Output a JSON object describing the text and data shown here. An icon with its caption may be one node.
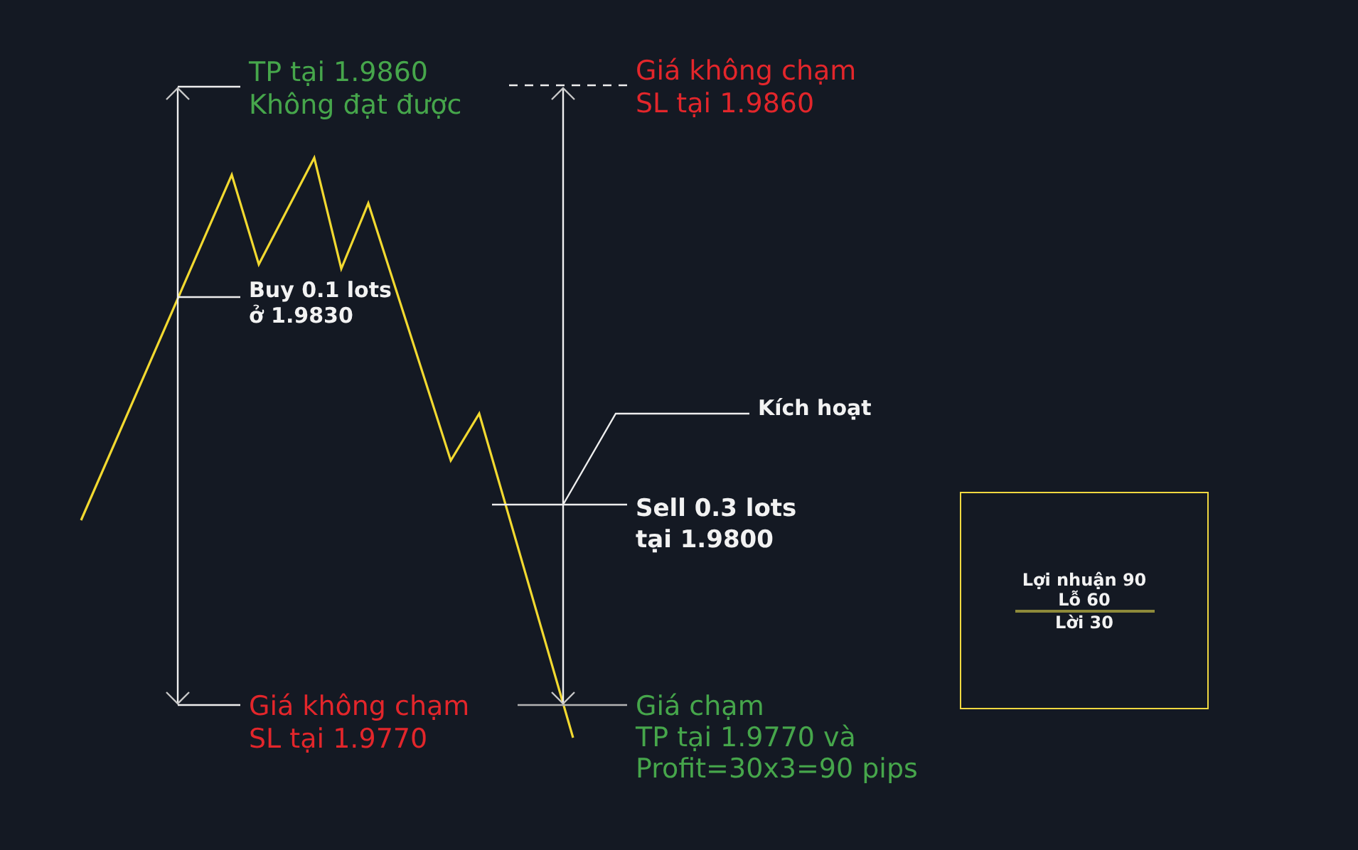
{
  "diagram": {
    "nodes": [
      {
        "text": [
          "TP tại 1.9860 Không đạt được"
        ]
      },
      {
        "text": [
          "Giá không chạm SL tại 1.9860"
        ]
      },
      {
        "text": [
          "Buy 0.1 lots ở 1.9830"
        ]
      },
      {
        "text": [
          "Kích hoạt"
        ]
      },
      {
        "text": [
          "Sell 0.3 lots tại 1.9800"
        ]
      },
      {
        "text": [
          "Giá không chạm SL tại 1.9770"
        ]
      },
      {
        "text": [
          "Giá chạm",
          "TP tại 1.9770 và Profit=30x3=90 pips"
        ]
      },
      {
        "text": [
          "Lợi nhuận 90",
          "Lỗ 60",
          "Lời 30"
        ]
      }
    ],
    "edges": [
      {
        "from": 0,
        "to": null,
        "arrow": "none"
      },
      {
        "from": 1,
        "to": null,
        "arrow": "none",
        "style": "dashed"
      },
      {
        "from": 2,
        "to": null,
        "arrow": "none"
      },
      {
        "from": 3,
        "to": null,
        "arrow": "none"
      },
      {
        "from": 4,
        "to": null,
        "arrow": "none"
      },
      {
        "from": 5,
        "to": null,
        "arrow": "none"
      },
      {
        "from": 6,
        "to": null,
        "arrow": "none",
        "color": "#b4b4b4"
      }
    ]
  }
}
